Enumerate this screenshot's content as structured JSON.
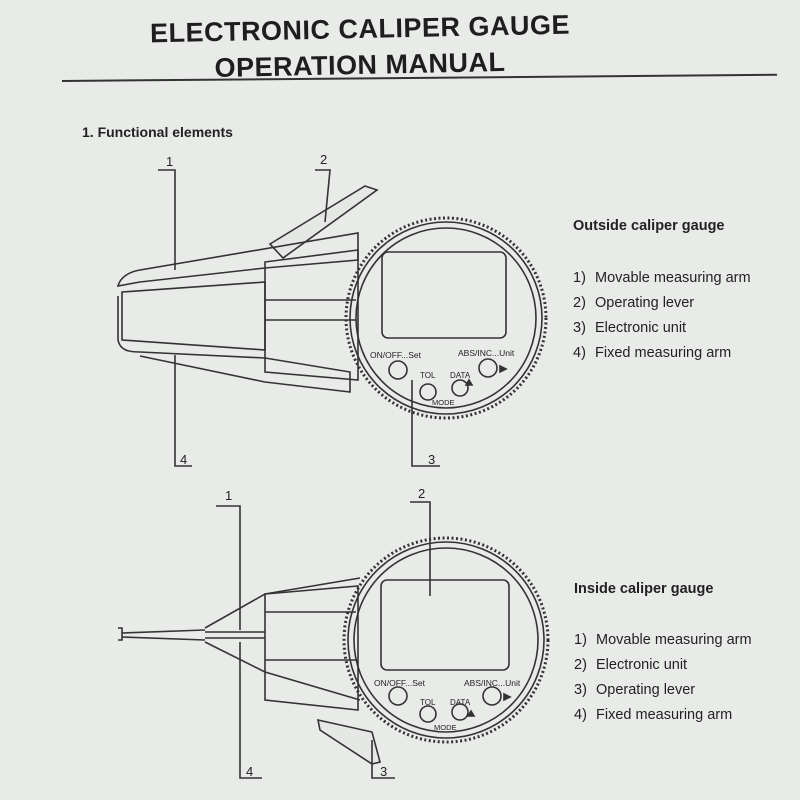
{
  "header": {
    "title_line1": "ELECTRONIC CALIPER GAUGE",
    "title_line2": "OPERATION MANUAL"
  },
  "section_title": "1. Functional elements",
  "outside": {
    "heading": "Outside caliper gauge",
    "items": [
      {
        "num": "1)",
        "label": "Movable measuring arm"
      },
      {
        "num": "2)",
        "label": "Operating lever"
      },
      {
        "num": "3)",
        "label": "Electronic unit"
      },
      {
        "num": "4)",
        "label": "Fixed measuring arm"
      }
    ],
    "callouts": [
      "1",
      "2",
      "3",
      "4"
    ],
    "buttons": {
      "on_off": "ON/OFF...Set",
      "abs_inc": "ABS/INC...Unit",
      "tol": "TOL",
      "data": "DATA",
      "mode": "MODE"
    }
  },
  "inside": {
    "heading": "Inside caliper gauge",
    "items": [
      {
        "num": "1)",
        "label": "Movable measuring arm"
      },
      {
        "num": "2)",
        "label": "Electronic unit"
      },
      {
        "num": "3)",
        "label": "Operating lever"
      },
      {
        "num": "4)",
        "label": "Fixed measuring arm"
      }
    ],
    "callouts": [
      "1",
      "2",
      "3",
      "4"
    ],
    "buttons": {
      "on_off": "ON/OFF...Set",
      "abs_inc": "ABS/INC...Unit",
      "tol": "TOL",
      "data": "DATA",
      "mode": "MODE"
    }
  }
}
